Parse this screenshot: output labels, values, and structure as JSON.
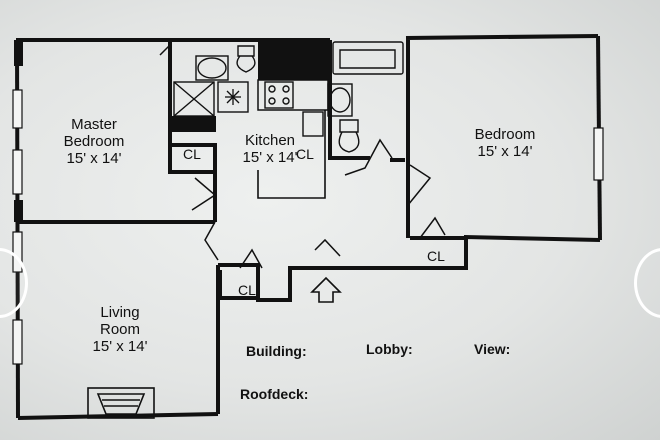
{
  "rooms": {
    "master": {
      "name_1": "Master",
      "name_2": "Bedroom",
      "size": "15' x 14'"
    },
    "kitchen": {
      "name": "Kitchen",
      "size": "15' x 14'"
    },
    "bedroom": {
      "name": "Bedroom",
      "size": "15' x 14'"
    },
    "living": {
      "name_1": "Living",
      "name_2": "Room",
      "size": "15' x 14'"
    }
  },
  "closets": [
    "CL",
    "CL",
    "CL",
    "CL"
  ],
  "info": {
    "building": "Building:",
    "lobby": "Lobby:",
    "view": "View:",
    "roofdeck": "Roofdeck:"
  },
  "colors": {
    "wall": "#111111",
    "background": "#e6e8e7"
  },
  "icons": [
    "entrance-arrow-icon",
    "stove-icon",
    "sink-icon",
    "toilet-icon",
    "bathtub-icon",
    "fireplace-icon",
    "window-icon"
  ]
}
